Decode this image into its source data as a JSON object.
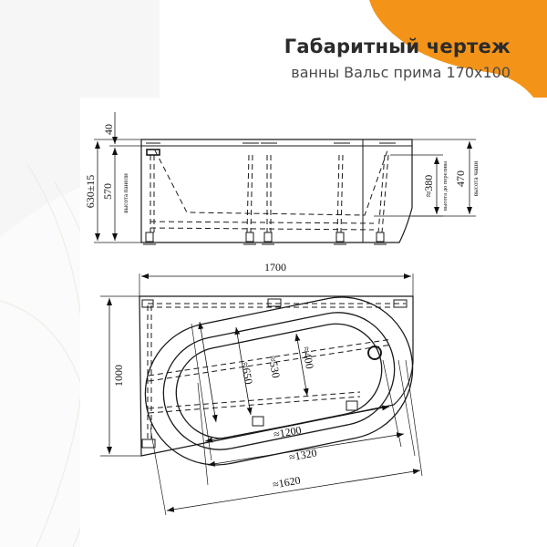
{
  "header": {
    "title": "Габаритный чертеж",
    "subtitle": "ванны Вальс прима 170x100"
  },
  "colors": {
    "accent_orange": "#f39419",
    "background": "#f6f6f6",
    "panel": "#ffffff",
    "line": "#1a1a1a"
  },
  "side_view": {
    "dims": {
      "top_gap": "40",
      "total_height": "630±15",
      "panel_height": "570",
      "panel_height_label": "высота панели",
      "overflow_height": "≈380",
      "overflow_height_label": "высота до перелива",
      "bowl_height": "470",
      "bowl_height_label": "высота чаши"
    }
  },
  "plan_view": {
    "dims": {
      "length": "1700",
      "width": "1000",
      "bowl_width_outer": "≈650",
      "bowl_width_mid": "≈530",
      "bowl_width_inner": "≈400",
      "bowl_len_inner": "≈1200",
      "bowl_len_mid": "≈1320",
      "bowl_len_outer": "≈1620"
    }
  }
}
